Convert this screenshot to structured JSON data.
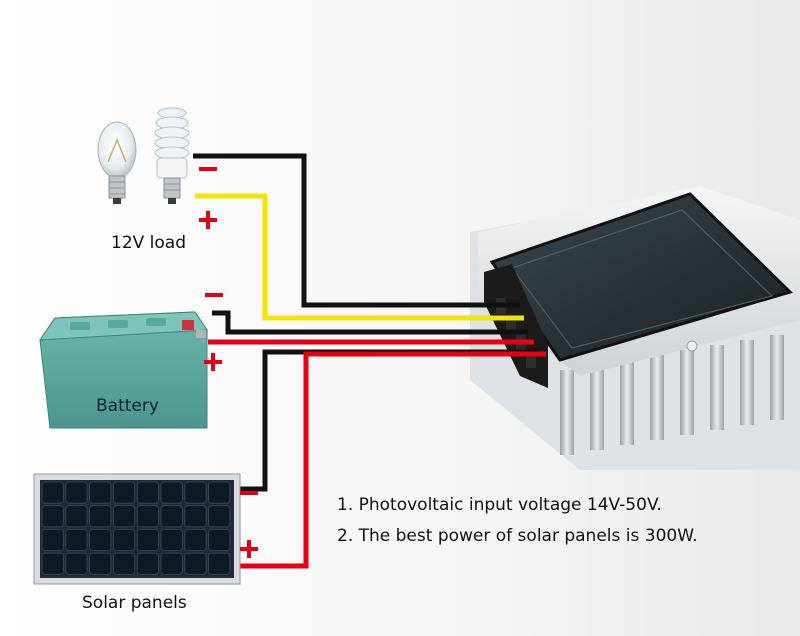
{
  "diagram": {
    "components": {
      "load": {
        "label": "12V load"
      },
      "battery": {
        "label": "Battery"
      },
      "solar": {
        "label": "Solar panels"
      }
    },
    "signs": {
      "minus": "−",
      "plus": "+"
    },
    "notes": [
      "1. Photovoltaic input voltage 14V-50V.",
      "2. The best power of solar panels is 300W."
    ],
    "wire_colors": {
      "negative": "#111111",
      "positive_load": "#f2e600",
      "positive": "#e60012"
    }
  }
}
